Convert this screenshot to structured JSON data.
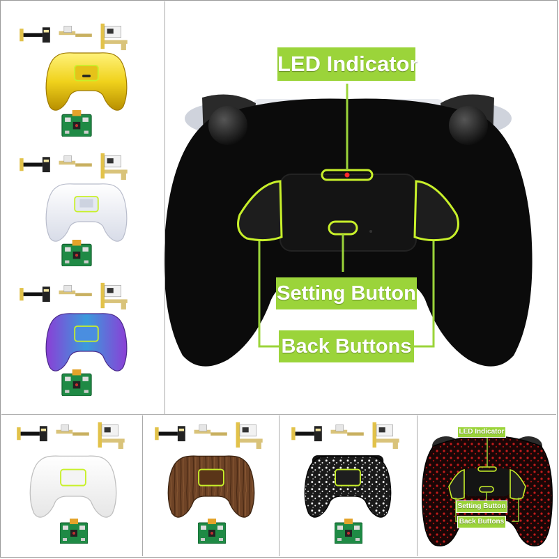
{
  "main_callouts": {
    "led": "LED Indicator",
    "setting": "Setting Button",
    "back": "Back Buttons"
  },
  "mini_callouts": {
    "led": "LED Indicator",
    "setting": "Setting Button",
    "back": "Back Buttons"
  },
  "colors": {
    "callout_green": "#9bd43a",
    "outline_green": "#c8f02a",
    "shell_yellow": "#f0d21c",
    "shell_clear": "#eef0f8",
    "shell_chameleon_a": "#3a9bdc",
    "shell_chameleon_b": "#8b3fd6",
    "shell_white": "#ffffff",
    "shell_wood": "#6e4326",
    "shell_splash": "#1a1a1a",
    "shell_red_splatter": "#7a1010",
    "shell_black": "#0b0b0b",
    "pcb_green": "#1f8a45"
  },
  "variants": [
    {
      "name": "yellow-chrome-shell"
    },
    {
      "name": "clear-shell"
    },
    {
      "name": "chameleon-shell"
    },
    {
      "name": "white-shell"
    },
    {
      "name": "wood-grain-shell"
    },
    {
      "name": "white-splash-shell"
    },
    {
      "name": "red-splatter-shell"
    }
  ]
}
